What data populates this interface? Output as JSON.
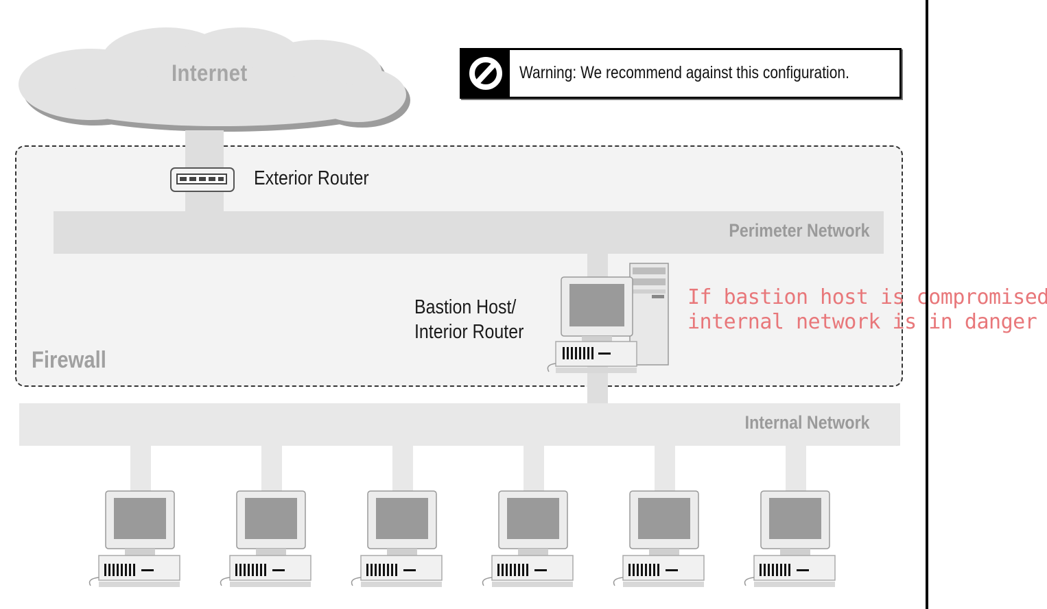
{
  "diagram": {
    "cloud_label": "Internet",
    "warning_text": "Warning: We recommend against this configuration.",
    "exterior_router_label": "Exterior Router",
    "perimeter_network_label": "Perimeter Network",
    "bastion_label_line1": "Bastion Host/",
    "bastion_label_line2": "Interior Router",
    "firewall_label": "Firewall",
    "internal_network_label": "Internal Network",
    "annotation_line1": "If bastion host is compromised,",
    "annotation_line2": "internal network is in danger",
    "internal_host_count": 6
  },
  "colors": {
    "network_band": "#dedede",
    "label_gray": "#a0a0a0",
    "annotation": "#e8777a",
    "ink": "#000000"
  }
}
